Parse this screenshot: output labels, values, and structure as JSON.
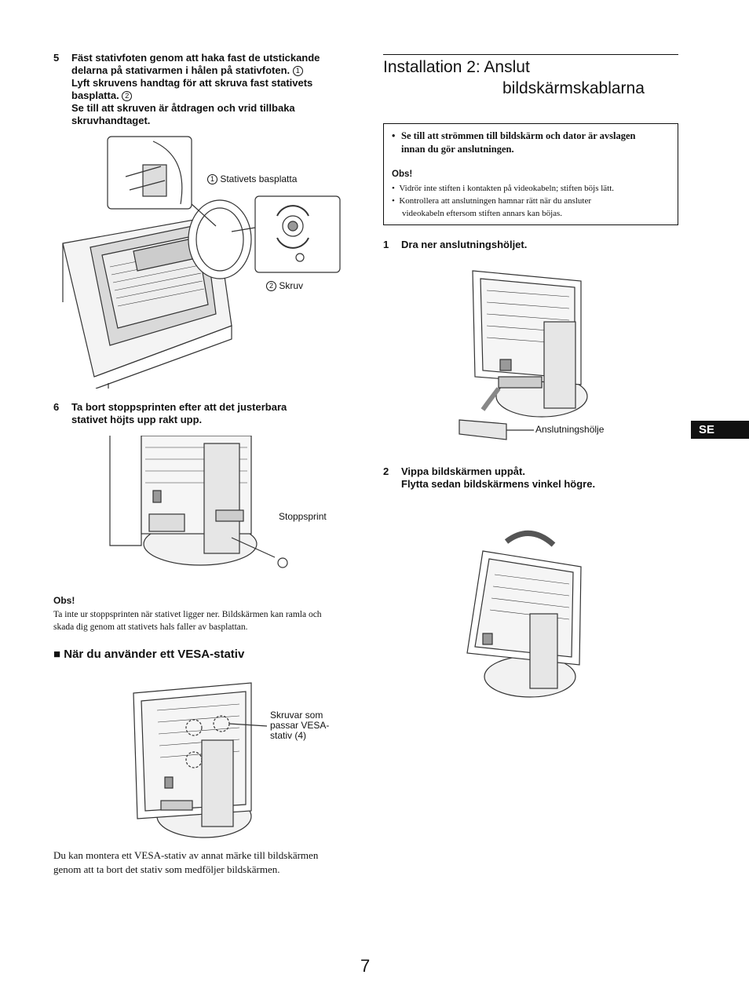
{
  "left": {
    "step5": {
      "num": "5",
      "line1": "Fäst stativfoten genom att haka fast de utstickande",
      "line2": "delarna på stativarmen i hålen på stativfoten.",
      "marker1": "1",
      "line3": "Lyft skruvens handtag för att skruva fast stativets",
      "line4": "basplatta.",
      "marker2": "2",
      "line5": "Se till att skruven är åtdragen och vrid tillbaka",
      "line6": "skruvhandtaget."
    },
    "fig1": {
      "label1_num": "1",
      "label1": "Stativets basplatta",
      "label2_num": "2",
      "label2": "Skruv"
    },
    "step6": {
      "num": "6",
      "line1": "Ta bort stoppsprinten efter att det justerbara",
      "line2": "stativet höjts upp rakt upp."
    },
    "fig2": {
      "label": "Stoppsprint"
    },
    "note": {
      "title": "Obs!",
      "line1": "Ta inte ur stoppsprinten när stativet ligger ner. Bildskärmen kan ramla och",
      "line2": "skada dig genom att stativets hals faller av basplattan."
    },
    "vesa": {
      "bullet": "■",
      "heading": "När du använder ett VESA-stativ",
      "label_l1": "Skruvar som",
      "label_l2": "passar VESA-",
      "label_l3": "stativ (4)",
      "para_l1": "Du kan montera ett VESA-stativ av annat märke till bildskärmen",
      "para_l2": "genom att ta bort det stativ som medföljer bildskärmen."
    }
  },
  "right": {
    "title_l1": "Installation 2: Anslut",
    "title_l2": "bildskärmskablarna",
    "box": {
      "bullet": "•",
      "warn_l1": "Se till att strömmen till bildskärm och dator är avslagen",
      "warn_l2": "innan du gör anslutningen.",
      "obs": "Obs!",
      "item1": "Vidrör inte stiften i kontakten på videokabeln; stiften böjs lätt.",
      "item2_l1": "Kontrollera att anslutningen hamnar rätt när du ansluter",
      "item2_l2": "videokabeln eftersom stiften annars kan böjas."
    },
    "step1": {
      "num": "1",
      "text": "Dra ner anslutningshöljet."
    },
    "fig3": {
      "label": "Anslutningshölje"
    },
    "step2": {
      "num": "2",
      "line1": "Vippa bildskärmen uppåt.",
      "line2": "Flytta sedan bildskärmens vinkel högre."
    }
  },
  "side_tab": "SE",
  "page_number": "7"
}
